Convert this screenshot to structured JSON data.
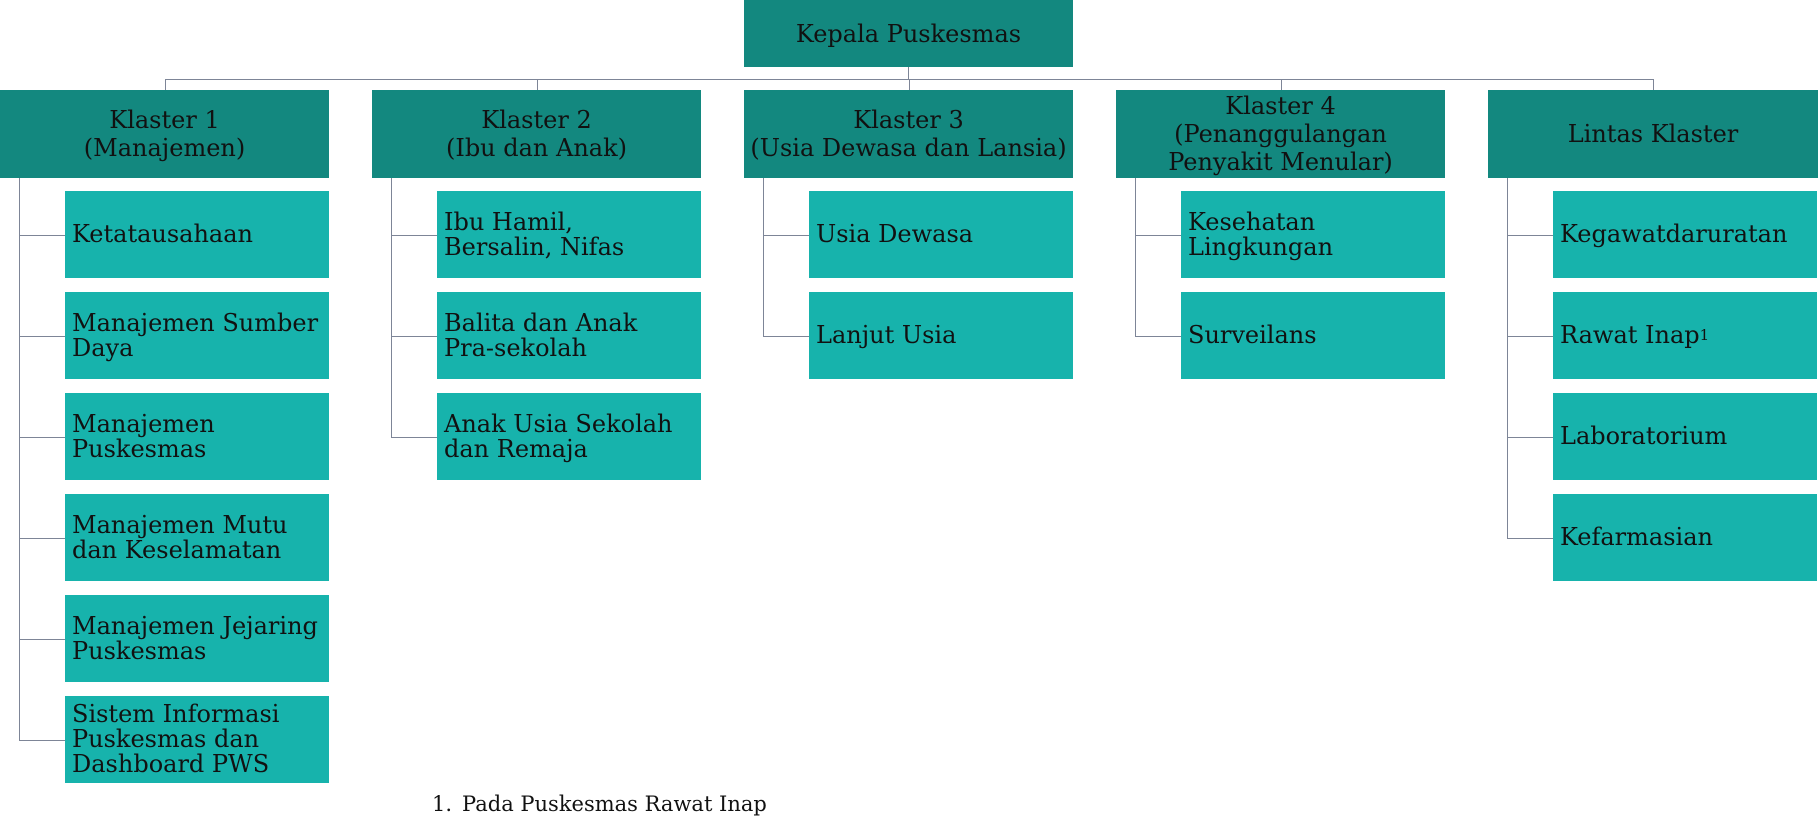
{
  "root": {
    "title": "Kepala  Puskesmas"
  },
  "clusters": [
    {
      "title": "Klaster 1\n(Manajemen)",
      "items": [
        "Ketatausahaan",
        "Manajemen Sumber\nDaya",
        "Manajemen\nPuskesmas",
        "Manajemen Mutu\ndan Keselamatan",
        "Manajemen Jejaring\nPuskesmas",
        "Sistem Informasi\nPuskesmas dan\nDashboard PWS"
      ]
    },
    {
      "title": "Klaster 2\n(Ibu dan Anak)",
      "items": [
        "Ibu Hamil,\nBersalin, Nifas",
        "Balita dan Anak\nPra-sekolah",
        "Anak Usia Sekolah\ndan Remaja"
      ]
    },
    {
      "title": "Klaster 3\n(Usia Dewasa dan Lansia)",
      "items": [
        "Usia Dewasa",
        "Lanjut Usia"
      ]
    },
    {
      "title": "Klaster 4\n(Penanggulangan\nPenyakit Menular)",
      "items": [
        "Kesehatan\nLingkungan",
        "Surveilans"
      ]
    },
    {
      "title": "Lintas Klaster",
      "items": [
        "Kegawatdaruratan",
        "Rawat Inap",
        "Laboratorium",
        "Kefarmasian"
      ]
    }
  ],
  "footnote_marker": "1",
  "footnote": {
    "number": "1.",
    "text": "Pada Puskesmas Rawat Inap"
  },
  "colors": {
    "header_fill": "#13887f",
    "item_fill": "#17b3ac",
    "connector": "#7d8597"
  }
}
